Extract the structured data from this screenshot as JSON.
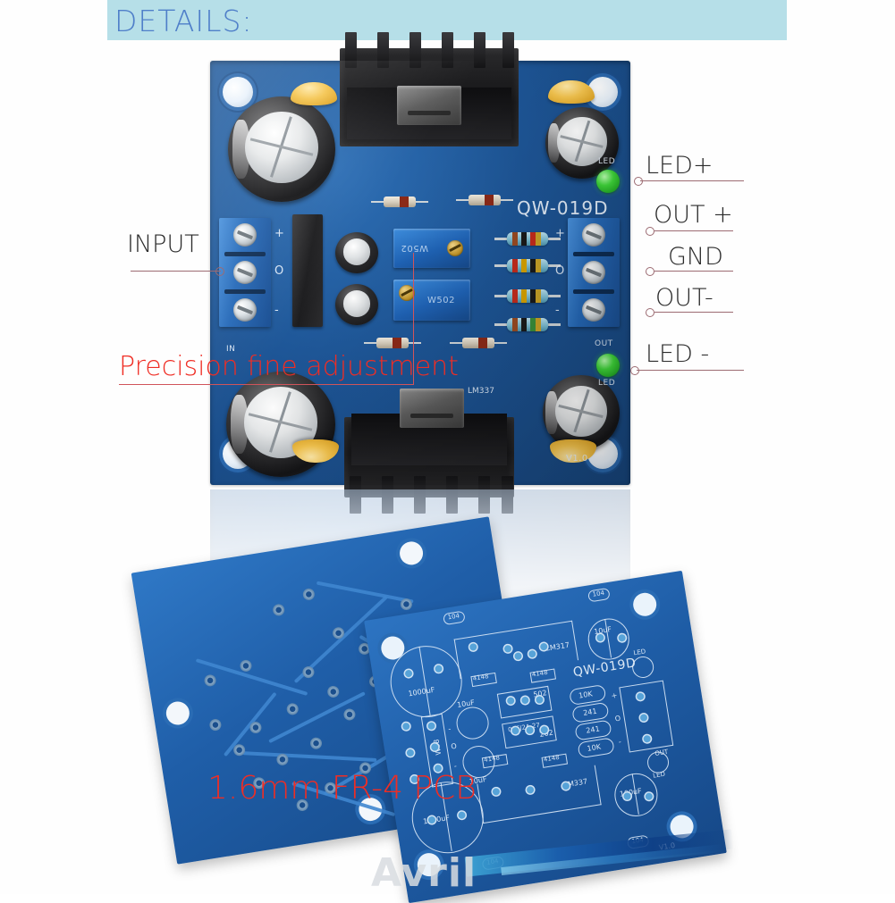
{
  "header": {
    "title": "DETAILS:",
    "banner_color": "#b6dfe8",
    "title_color": "#4f7fc9"
  },
  "callouts": {
    "input_label": "INPUT",
    "right_labels": [
      "LED+",
      "OUT +",
      "GND",
      "OUT-",
      "LED -"
    ],
    "leader_color": "#9c6b72"
  },
  "red_notes": {
    "precision": "Precision fine adjustment",
    "thickness": "1.6mm FR-4 PCB",
    "color": "#ef2d24"
  },
  "board": {
    "model": "QW-019D",
    "version": "V1.0",
    "regulator_top": "LM317",
    "regulator_bottom": "LM337",
    "trimpot_a": "W502",
    "trimpot_b": "W502",
    "silk_in": "IN",
    "silk_out": "OUT",
    "led_label": "LED",
    "terminal_in": [
      "+",
      "O",
      "-"
    ],
    "terminal_out": [
      "+",
      "O",
      "-"
    ],
    "pcb_color": "#1f5ea8"
  },
  "bare_pcb": {
    "model": "QW-019D",
    "version": "V1.0",
    "silk": {
      "cap_big_top": "1000uF",
      "cap_big_bottom": "1000uF",
      "cap_small_a": "10uF",
      "cap_small_b": "10uF",
      "cap_tiny_tl": "104",
      "cap_tiny_tr": "104",
      "cap_tiny_bl": "104",
      "cap_tiny_br": "104",
      "cap_out_top": "10uF",
      "cap_out_bottom": "100uF",
      "diode_1": "4148",
      "diode_2": "4148",
      "diode_3": "4148",
      "diode_4": "4148",
      "res_1": "10K",
      "res_2": "241",
      "res_3": "241",
      "res_4": "10K",
      "trim_1": "502",
      "trim_2": "202",
      "ic_label": "006J2A-27",
      "reg_top": "LM317",
      "reg_bottom": "LM337",
      "bridge": "W08",
      "led_top": "LED",
      "led_bottom": "LED",
      "out_block": "OUT",
      "polarity_plus": "+",
      "polarity_o": "O",
      "polarity_minus": "-"
    }
  },
  "watermark": {
    "text": "Avril"
  }
}
